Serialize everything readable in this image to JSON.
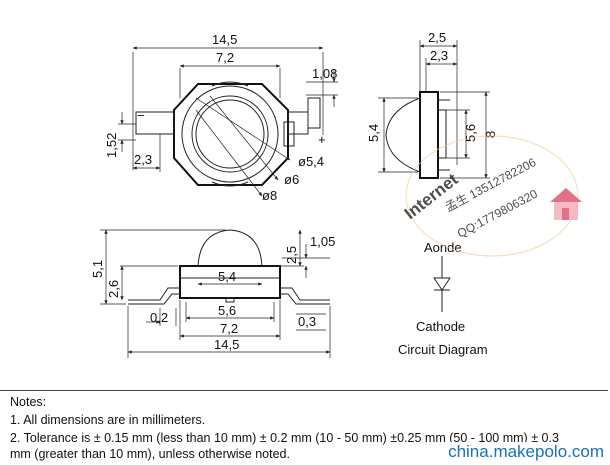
{
  "top_view": {
    "dim_width_total": "14,5",
    "dim_width_inner": "7,2",
    "dim_lead_offset": "1,08",
    "dim_lead_height": "1,52",
    "dim_lead_length": "2,3",
    "dim_lens_d54": "ø5,4",
    "dim_lens_d6": "ø6",
    "dim_lens_d8": "ø8",
    "polarity_minus": "−",
    "polarity_plus": "+"
  },
  "side_view": {
    "dim_top_25": "2,5",
    "dim_top_23": "2,3",
    "dim_height_54": "5,4",
    "dim_height_56": "5,6",
    "dim_height_8": "8"
  },
  "front_view": {
    "dim_height_51": "5,1",
    "dim_height_26": "2,6",
    "dim_height_25": "2,5",
    "dim_offset_105": "1,05",
    "dim_lens_54": "5,4",
    "dim_base_56": "5,6",
    "dim_body_72": "7,2",
    "dim_total_145": "14,5",
    "dim_lead_02": "0,2",
    "dim_lead_03": "0,3"
  },
  "circuit": {
    "anode_label": "Aonde",
    "cathode_label": "Cathode",
    "caption": "Circuit Diagram"
  },
  "notes": {
    "heading": "Notes:",
    "line1": "1. All dimensions are in millimeters.",
    "line2a": "2. Tolerance is ± 0.15 mm (less than 10 mm) ± 0.2 mm (10 - 50 mm) ±0.25 mm (50 - 100 mm) ± 0.3",
    "line2b": "mm (greater than 10 mm), unless otherwise noted."
  },
  "watermark": {
    "site": "china.makepolo.com",
    "stamp_brand": "Internet",
    "stamp_line1": "孟生 13512782206",
    "stamp_line2": "QQ:1779806320"
  },
  "colors": {
    "line": "#222222",
    "site_watermark": "#1b6fb3",
    "stamp_orange": "#f0a040",
    "stamp_red": "#d94f6a"
  }
}
